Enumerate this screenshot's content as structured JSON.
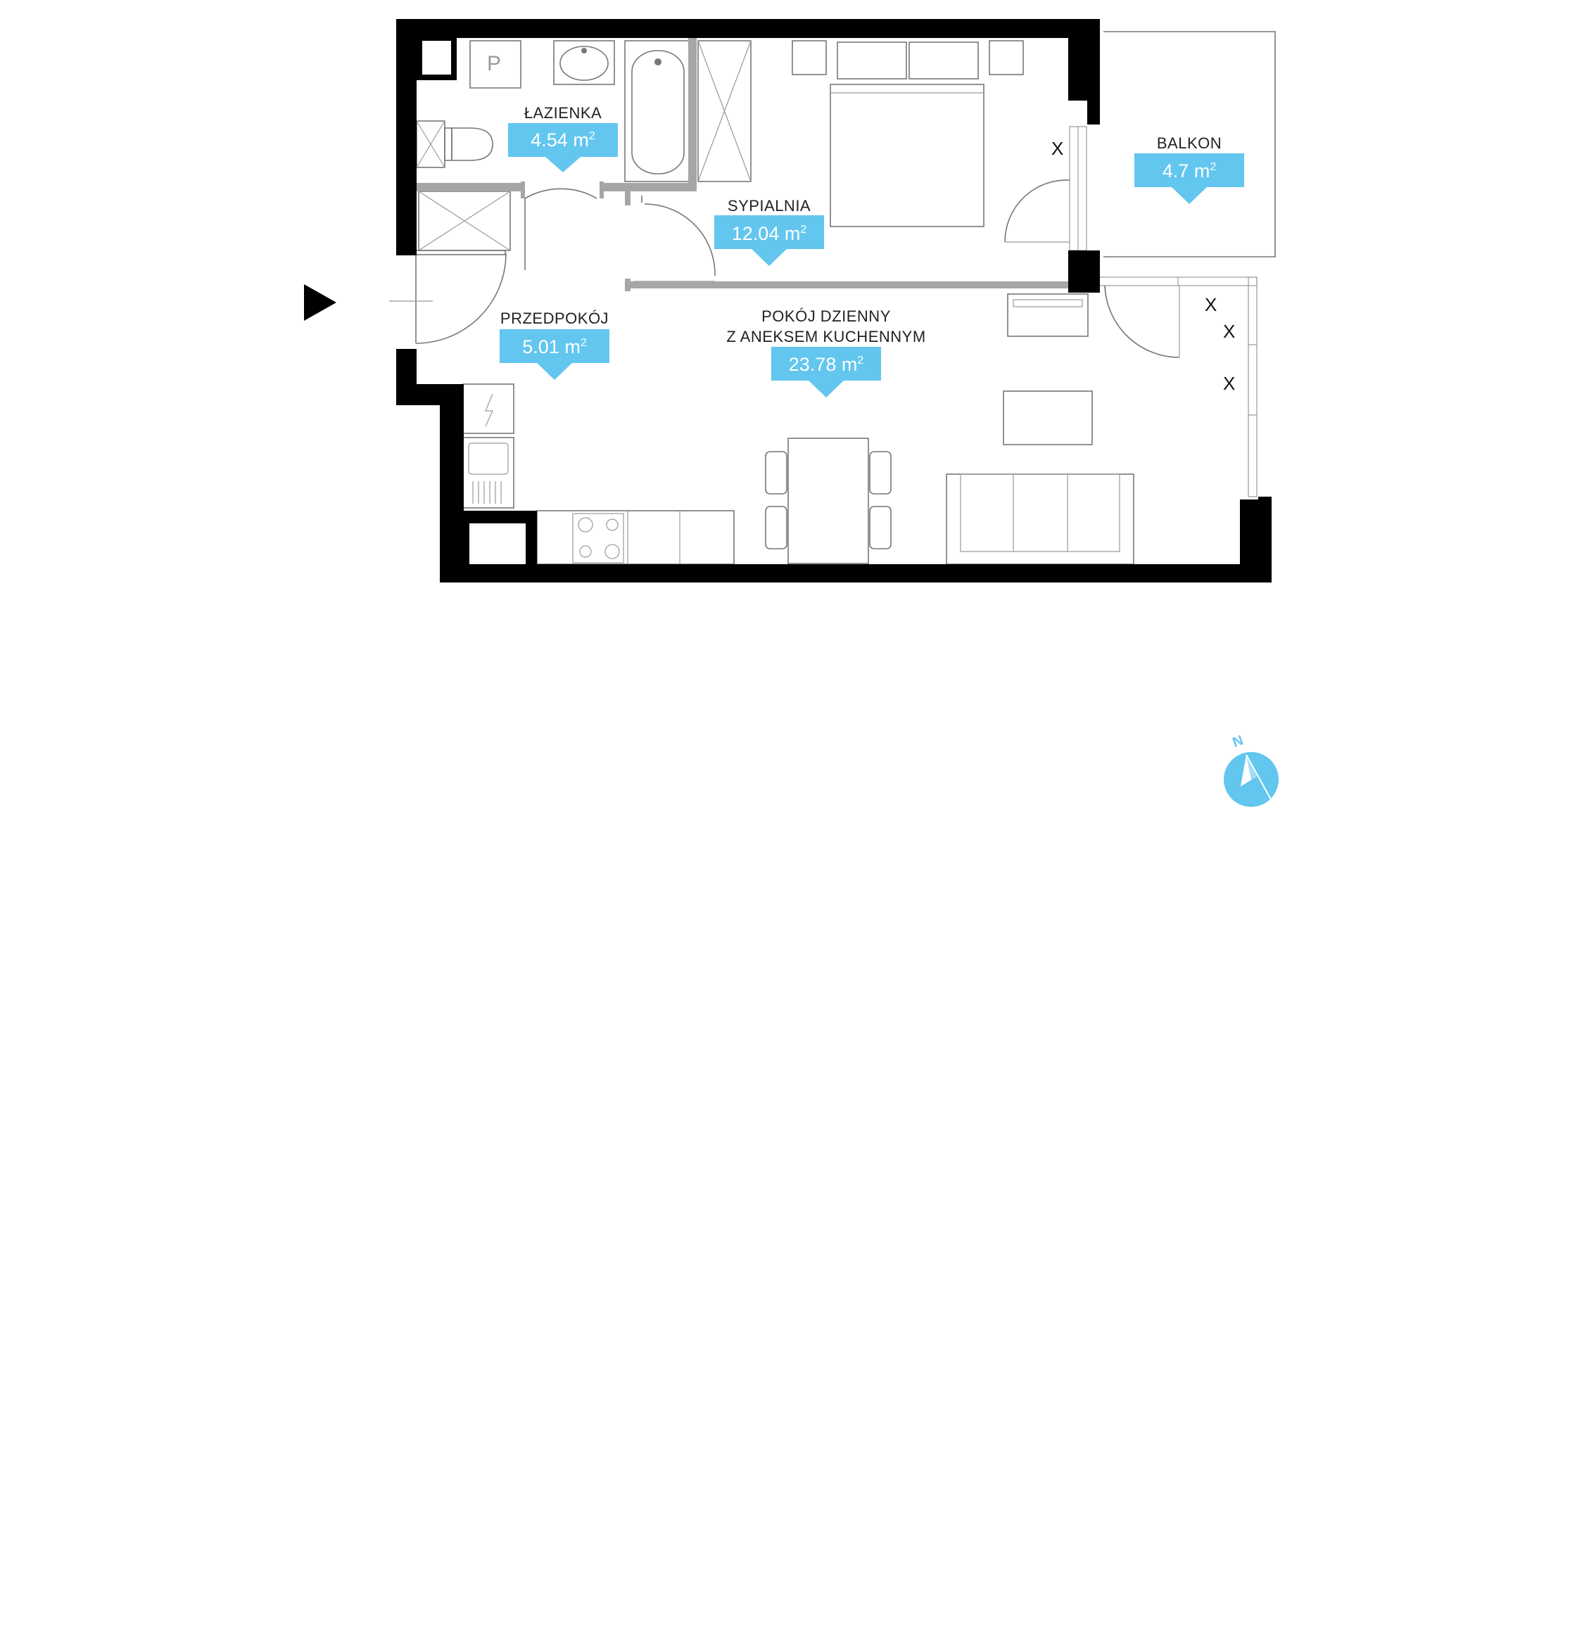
{
  "colors": {
    "wall": "#000000",
    "partition": "#a6a6a6",
    "area_badge": "#62c6ee",
    "text": "#222222"
  },
  "rooms": [
    {
      "id": "lazienka",
      "name": "ŁAZIENKA",
      "area": "4.54 m",
      "area_unit_sup": "2"
    },
    {
      "id": "sypialnia",
      "name": "SYPIALNIA",
      "area": "12.04 m",
      "area_unit_sup": "2"
    },
    {
      "id": "balkon",
      "name": "BALKON",
      "area": "4.7 m",
      "area_unit_sup": "2"
    },
    {
      "id": "przedpokoj",
      "name": "PRZEDPOKÓJ",
      "area": "5.01 m",
      "area_unit_sup": "2"
    },
    {
      "id": "pokoj-dzienny",
      "name": "POKÓJ DZIENNY",
      "name_line2": "Z ANEKSEM KUCHENNYM",
      "area": "23.78 m",
      "area_unit_sup": "2"
    }
  ],
  "window_marks": [
    "X",
    "X",
    "X",
    "X"
  ],
  "bathroom_fixture_label": "P",
  "compass": {
    "label": "N",
    "icon": "north-compass-icon"
  },
  "entrance": {
    "icon": "entrance-arrow-icon"
  }
}
